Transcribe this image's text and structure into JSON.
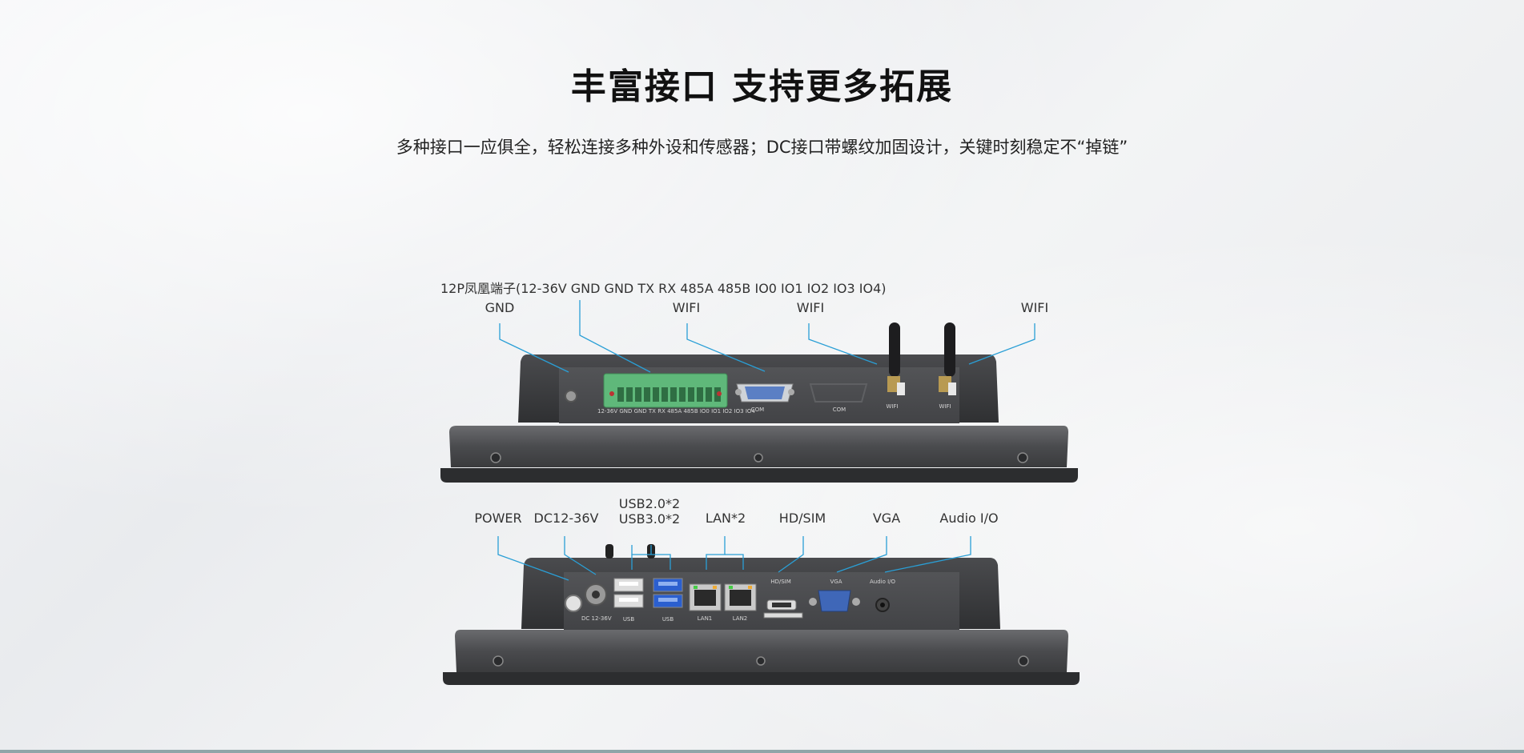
{
  "title": "丰富接口 支持更多拓展",
  "subtitle": "多种接口一应俱全，轻松连接多种外设和传感器；DC接口带螺纹加固设计，关键时刻稳定不“掉链”",
  "top_view": {
    "header_label": "12P凤凰端子(12-36V GND GND TX RX 485A 485B IO0 IO1 IO2 IO3 IO4)",
    "callouts": [
      "GND",
      "WIFI",
      "WIFI",
      "WIFI"
    ],
    "panel_labels": {
      "terminal": "12-36V GND GND TX RX 485A 485B IO0 IO1 IO2 IO3 IO4",
      "com1": "COM",
      "com2": "COM",
      "wifi1": "WIFI",
      "wifi2": "WIFI"
    }
  },
  "bottom_view": {
    "callouts": {
      "power": "POWER",
      "dc": "DC12-36V",
      "usb_line1": "USB2.0*2",
      "usb_line2": "USB3.0*2",
      "lan": "LAN*2",
      "hdsim": "HD/SIM",
      "vga": "VGA",
      "audio": "Audio I/O"
    },
    "panel_labels": {
      "dc": "DC 12-36V",
      "usb1": "USB",
      "usb2": "USB",
      "lan1": "LAN1",
      "lan2": "LAN2",
      "hdsim": "HD/SIM",
      "vga": "VGA",
      "audio": "Audio I/O"
    }
  },
  "colors": {
    "callout_line": "#2a9fd6",
    "device_body": "#3a3b3d",
    "terminal_green": "#5fb87a",
    "vga_blue": "#3f67b8"
  }
}
